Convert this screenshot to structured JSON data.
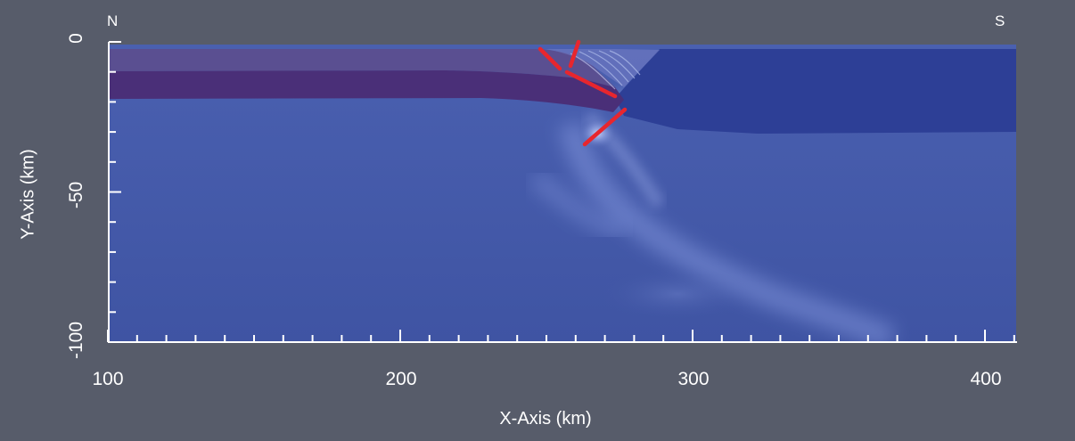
{
  "labels": {
    "north": "N",
    "south": "S",
    "xlabel": "X-Axis (km)",
    "ylabel": "Y-Axis (km)"
  },
  "axes": {
    "x_ticks": [
      "100",
      "200",
      "300",
      "400"
    ],
    "y_ticks": [
      "0",
      "-50",
      "-100"
    ],
    "xlim": [
      100,
      412
    ],
    "ylim": [
      -100,
      0
    ]
  },
  "colors": {
    "background": "#575c6a",
    "mantle": "#4257a6",
    "upper_crust_north": "#5a4f91",
    "lower_crust_north": "#4a2f78",
    "crust_south": "#2d3f96",
    "fault": "#e8262e",
    "axis": "#ffffff"
  }
}
